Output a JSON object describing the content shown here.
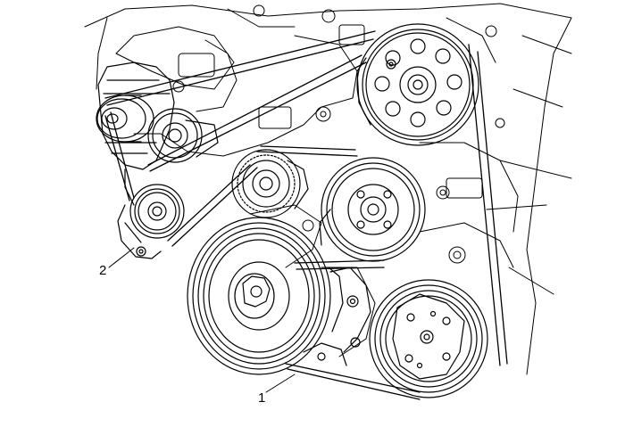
{
  "diagram": {
    "callouts": [
      {
        "id": "1",
        "label": "1"
      },
      {
        "id": "2",
        "label": "2"
      }
    ],
    "colors": {
      "ink": "#000000",
      "paper": "#ffffff",
      "shade": "#2b2b2b"
    }
  }
}
